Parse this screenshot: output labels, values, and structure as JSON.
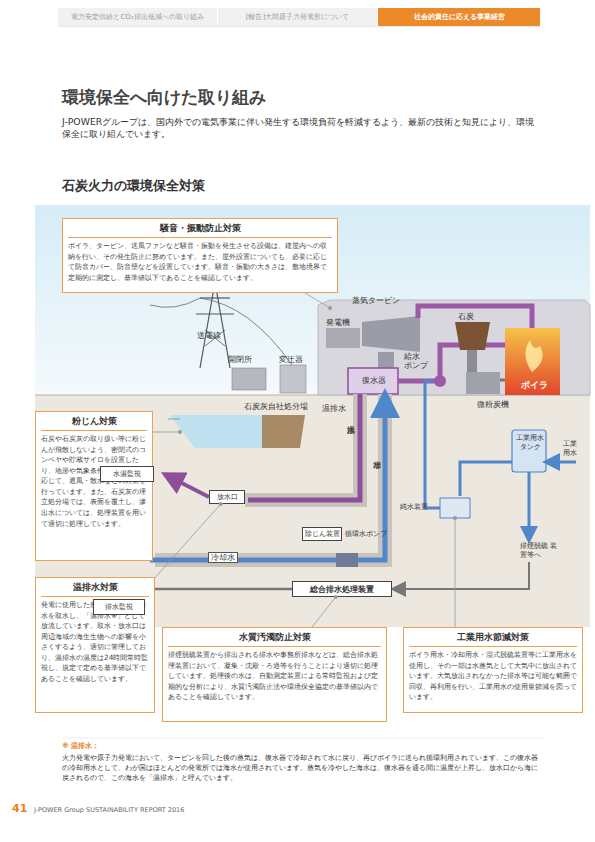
{
  "diagram": {
    "title": "環境保全へ向けた取り組み",
    "nodes": [
      {
        "text": [
          "電力安定供給とCO₂排出低減への取り組み"
        ]
      },
      {
        "text": [
          "[報告]大間原子力発電所について"
        ]
      },
      {
        "text": [
          "社会的責任に応える事業経営"
        ]
      },
      {
        "text": [
          "騒音・振動防止対策",
          "ボイラ、タービン、送風ファンなど騒音・振動を発生させる設備は、建屋内への収納を行い、その発生防止に努めています。また、屋外設置についても、必要に応じて防音カバー、防音壁などを設置しています。騒音・振動の大きさは、敷地境界で定期的に測定し、基準値以下であることを確認しています。"
        ]
      },
      {
        "text": [
          "粉じん対策",
          "石炭や石炭灰の取り扱い等に粉じんが飛散しないよう、密閉式のコンベヤや貯蔵サイロを設置したり、地形や気象条件などの状況に応じて、遮風・散水などの対策を行っています。また、石炭灰の埋立処分場では、表面を覆土し、滲出水については、処理装置を用いて適切に処理しています。"
        ]
      },
      {
        "text": [
          "温排水対策",
          "発電に使用した蒸気の冷却用に海水を取水し、「温排水※」として放流しています。取水・放水口は周辺海域の海生生物への影響を小さくするよう、適切に管理しており、温排水の温度は24時間常時監視し、規定で定める基準値以下であることを確認しています。"
        ]
      },
      {
        "text": [
          "水質汚濁防止対策",
          "排煙脱硫装置から排出される排水や事務所排水などは、総合排水処理装置において、凝集・沈殿・ろ過等を行うことにより適切に処理しています。処理後の水は、自動測定装置による常時監視および定期的な分析により、水質汚濁防止法や環境保全協定の基準値以内であることを確認しています。"
        ]
      },
      {
        "text": [
          "工業用水節減対策",
          "ボイラ用水・冷却用水・湿式脱硫装置等に工業用水を使用し、その一部は水蒸気として大気中に放出されています。大気放出されなかった排水等は可能な範囲で回収、再利用を行い、工業用水の使用量節減を図っています。"
        ]
      },
      {
        "text": [
          "水温監視"
        ]
      },
      {
        "text": [
          "放水口"
        ]
      },
      {
        "text": [
          "除じん装置"
        ]
      },
      {
        "text": [
          "総合排水処理装置"
        ]
      },
      {
        "text": [
          "排水監視"
        ]
      }
    ],
    "edges": [
      {
        "from": 5,
        "to": 9,
        "arrow": "none"
      },
      {
        "from": 6,
        "to": 11,
        "arrow": "none"
      }
    ],
    "labels": [
      "J-POWERグループは、国内外での電気事業に伴い発生する環境負荷を軽減するよう、最新の技術と知見により、環境保全に取り組んでいます。",
      "石炭火力の環境保全対策",
      "送電線",
      "開閉所",
      "変圧器",
      "発電機",
      "蒸気タービン",
      "石炭",
      "給水 ポンプ",
      "ボイラ",
      "復水器",
      "石炭灰自社処分場",
      "温排水",
      "微粉炭機",
      "温排水",
      "冷却水",
      "冷却水",
      "循環水ポンプ",
      "工業用水 タンク",
      "工業 用水",
      "純水装置",
      "排煙脱硫 装置等へ",
      "※ 温排水：",
      "火力発電や原子力発電において、タービンを回した後の蒸気は、復水器で冷却されて水に戻り、再びボイラに送られ循環利用されています。この復水器の冷却用水として、わが国はほとんどの発電所では海水が使用されています。蒸気を冷やした海水は、復水器を通る間に温度が上昇し、放水口から海に戻されるので、この海水を「温排水」と呼んでいます。",
      "41",
      "J-POWER Group SUSTAINABILITY REPORT 2016"
    ]
  }
}
